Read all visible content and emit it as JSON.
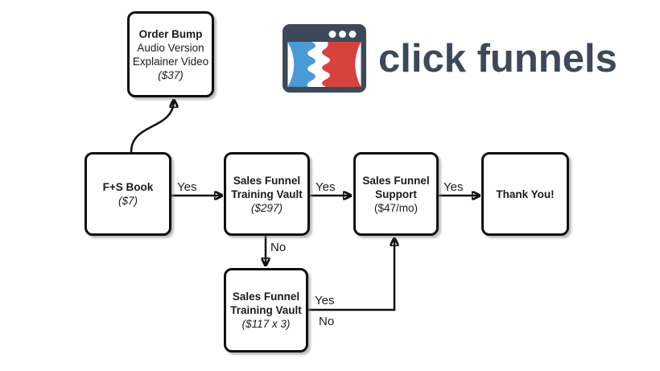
{
  "diagram_type": "sales-funnel-flowchart",
  "logo": {
    "brand_text": "click funnels",
    "icon_name": "clickfunnels-window-gears-icon",
    "colors": {
      "brand_dark": "#3d4958",
      "gear_blue": "#4a9ad5",
      "gear_red": "#d8423e"
    }
  },
  "nodes": {
    "order_bump": {
      "title": "Order Bump",
      "line2": "Audio Version",
      "line3": "Explainer Video",
      "price": "($37)"
    },
    "fs_book": {
      "title": "F+S Book",
      "price": "($7)"
    },
    "vault_full": {
      "title_line1": "Sales Funnel",
      "title_line2": "Training Vault",
      "price": "($297)"
    },
    "support": {
      "title_line1": "Sales Funnel",
      "title_line2": "Support",
      "price": "($47/mo)"
    },
    "thank_you": {
      "title": "Thank You!"
    },
    "vault_split": {
      "title_line1": "Sales Funnel",
      "title_line2": "Training Vault",
      "price": "($117 x 3)"
    }
  },
  "edge_labels": {
    "fs_to_vault": "Yes",
    "vault_to_support": "Yes",
    "support_to_thankyou": "Yes",
    "vault_to_split": "No",
    "split_to_support_yes": "Yes",
    "split_to_support_no": "No"
  }
}
